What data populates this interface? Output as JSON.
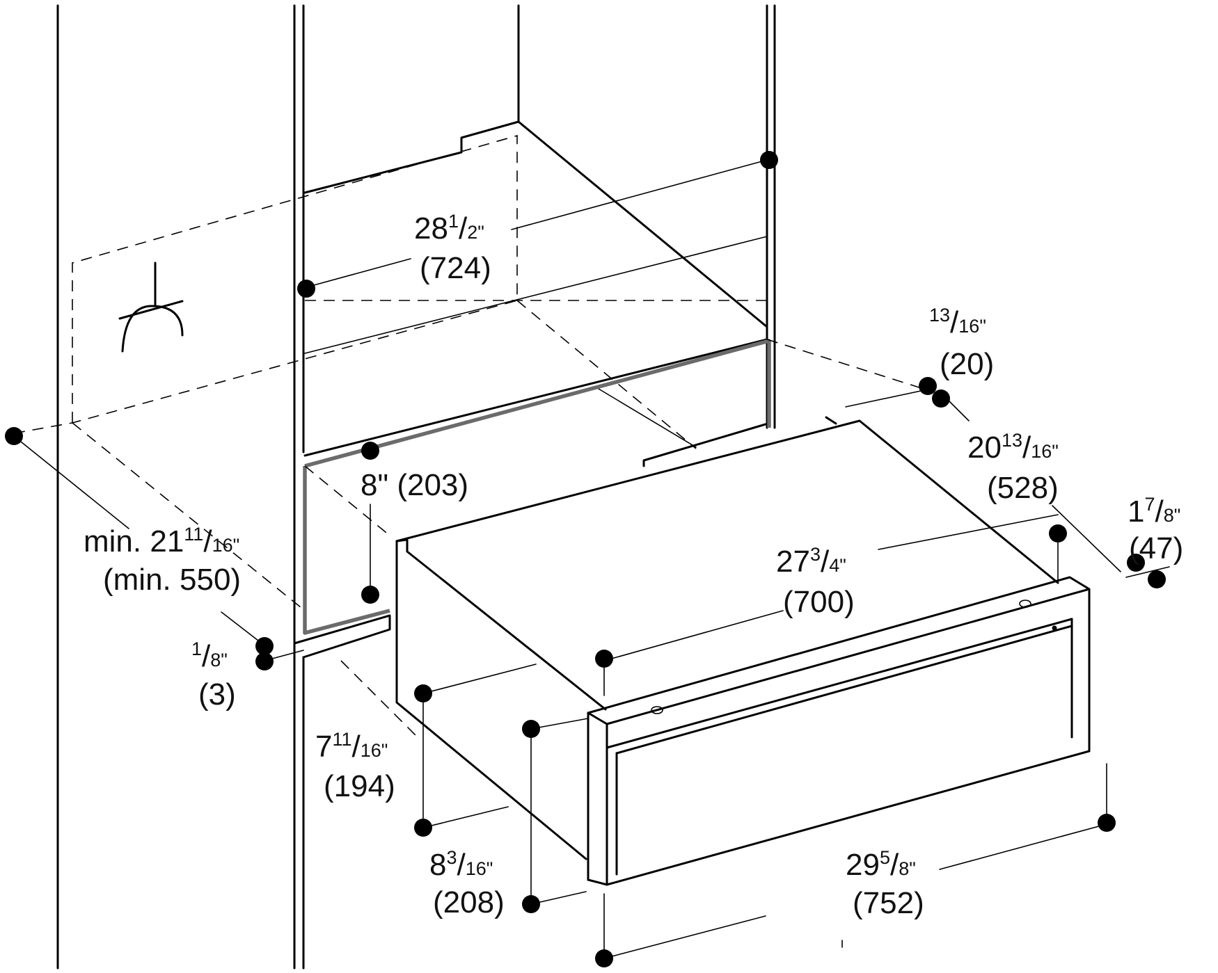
{
  "dimensions": {
    "cabinet_depth": {
      "whole": "28",
      "frac_num": "1",
      "frac_den": "2\"",
      "metric": "(724)"
    },
    "clearance_top": {
      "whole": "",
      "frac_num": "13",
      "frac_den": "16\"",
      "metric": "(20)"
    },
    "drawer_depth": {
      "whole": "20",
      "frac_num": "13",
      "frac_den": "16\"",
      "metric": "(528)"
    },
    "front_thickness": {
      "whole": "1",
      "frac_num": "7",
      "frac_den": "8\"",
      "metric": "(47)"
    },
    "opening_height": {
      "text": "8\" (203)"
    },
    "niche_depth": {
      "whole": "min. 21",
      "frac_num": "11",
      "frac_den": "16\"",
      "metric": "(min. 550)"
    },
    "housing_width": {
      "whole": "27",
      "frac_num": "3",
      "frac_den": "4\"",
      "metric": "(700)"
    },
    "panel_gap": {
      "whole": "",
      "frac_num": "1",
      "frac_den": "8\"",
      "metric": "(3)"
    },
    "housing_height": {
      "whole": "7",
      "frac_num": "11",
      "frac_den": "16\"",
      "metric": "(194)"
    },
    "front_height": {
      "whole": "8",
      "frac_num": "3",
      "frac_den": "16\"",
      "metric": "(208)"
    },
    "front_width": {
      "whole": "29",
      "frac_num": "5",
      "frac_den": "8\"",
      "metric": "(752)"
    }
  }
}
